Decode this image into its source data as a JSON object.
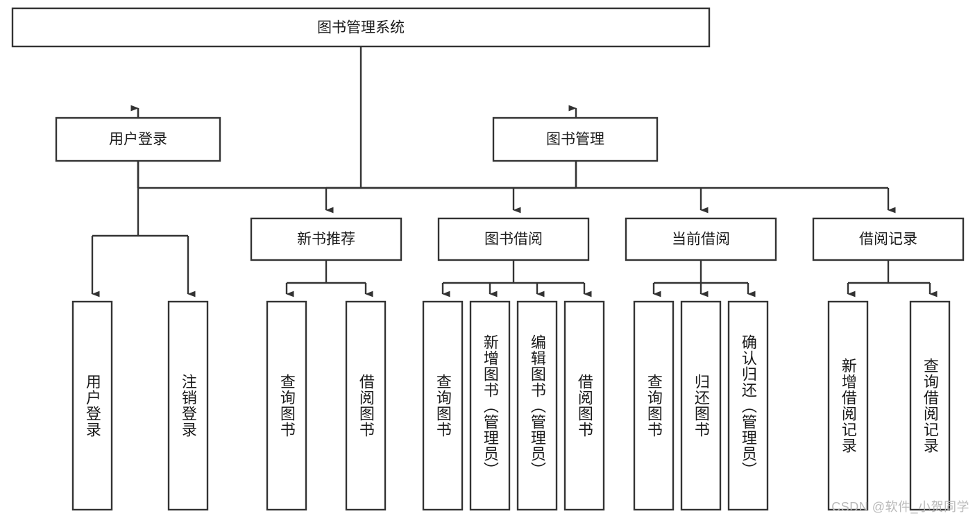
{
  "diagram": {
    "title": "图书管理系统",
    "type": "tree-hierarchy",
    "root": {
      "label": "图书管理系统"
    },
    "level1": [
      {
        "label": "用户登录"
      },
      {
        "label": "图书管理"
      }
    ],
    "level2": [
      {
        "label": "新书推荐"
      },
      {
        "label": "图书借阅"
      },
      {
        "label": "当前借阅"
      },
      {
        "label": "借阅记录"
      }
    ],
    "leaves": {
      "user_login": [
        {
          "label": "用户登录"
        },
        {
          "label": "注销登录"
        }
      ],
      "new_book_recommend": [
        {
          "label": "查询图书"
        },
        {
          "label": "借阅图书"
        }
      ],
      "book_borrow": [
        {
          "label": "查询图书"
        },
        {
          "label": "新增图书（管理员）"
        },
        {
          "label": "编辑图书（管理员）"
        },
        {
          "label": "借阅图书"
        }
      ],
      "current_borrow": [
        {
          "label": "查询图书"
        },
        {
          "label": "归还图书"
        },
        {
          "label": "确认归还（管理员）"
        }
      ],
      "borrow_record": [
        {
          "label": "新增借阅记录"
        },
        {
          "label": "查询借阅记录"
        }
      ]
    }
  },
  "watermark": {
    "text": "CSDN @软件_小贺同学"
  },
  "colors": {
    "stroke": "#333333",
    "fill": "#ffffff",
    "text": "#1a1a1a",
    "watermark": "#b9b9b9"
  }
}
